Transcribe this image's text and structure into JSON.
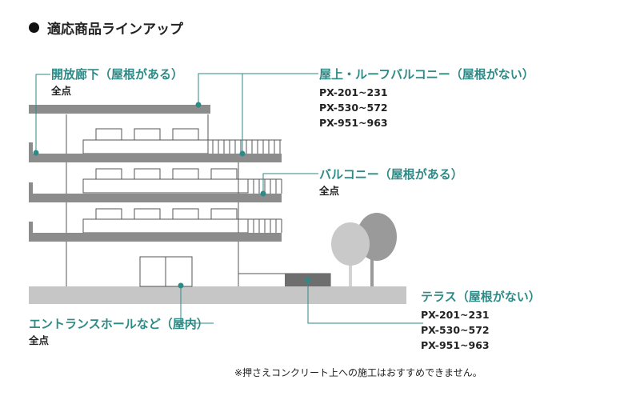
{
  "heading": "適応商品ラインアップ",
  "labels": {
    "open_corridor": {
      "title": "開放廊下（屋根がある）",
      "sub": "全点"
    },
    "rooftop": {
      "title": "屋上・ルーフバルコニー（屋根がない）",
      "models": [
        "PX-201~231",
        "PX-530~572",
        "PX-951~963"
      ]
    },
    "balcony": {
      "title": "バルコニー（屋根がある）",
      "sub": "全点"
    },
    "terrace": {
      "title": "テラス（屋根がない）",
      "models": [
        "PX-201~231",
        "PX-530~572",
        "PX-951~963"
      ]
    },
    "entrance": {
      "title": "エントランスホールなど（屋内）",
      "sub": "全点"
    }
  },
  "note": "※押さえコンクリート上への施工はおすすめできません。",
  "colors": {
    "accent": "#2e8a86",
    "slab": "#8c8c8c",
    "ground": "#c6c6c6",
    "tree_light": "#c9c9c9",
    "tree_dark": "#9a9a9a"
  }
}
